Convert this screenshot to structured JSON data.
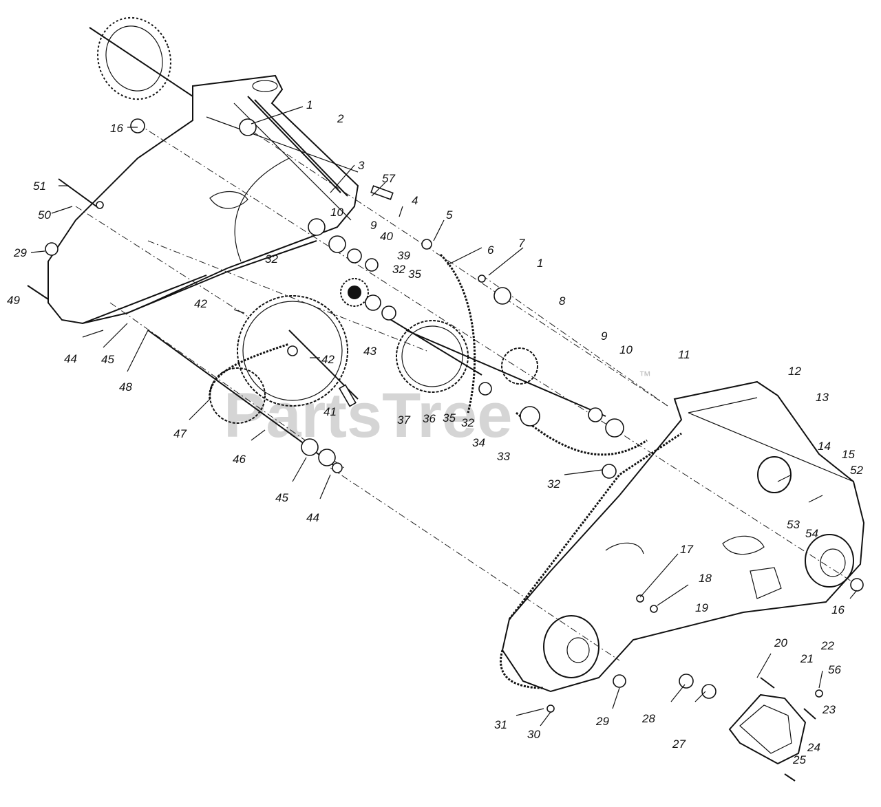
{
  "watermark": {
    "text": "PartsTree",
    "trademark": "™"
  },
  "labels": [
    {
      "id": "1",
      "text": "1"
    },
    {
      "id": "2",
      "text": "2"
    },
    {
      "id": "3",
      "text": "3"
    },
    {
      "id": "57",
      "text": "57"
    },
    {
      "id": "4",
      "text": "4"
    },
    {
      "id": "5",
      "text": "5"
    },
    {
      "id": "6",
      "text": "6"
    },
    {
      "id": "7",
      "text": "7"
    },
    {
      "id": "1b",
      "text": "1"
    },
    {
      "id": "8",
      "text": "8"
    },
    {
      "id": "16",
      "text": "16"
    },
    {
      "id": "51",
      "text": "51"
    },
    {
      "id": "50",
      "text": "50"
    },
    {
      "id": "29",
      "text": "29"
    },
    {
      "id": "49",
      "text": "49"
    },
    {
      "id": "10",
      "text": "10"
    },
    {
      "id": "9",
      "text": "9"
    },
    {
      "id": "40",
      "text": "40"
    },
    {
      "id": "39",
      "text": "39"
    },
    {
      "id": "32a",
      "text": "32"
    },
    {
      "id": "35a",
      "text": "35"
    },
    {
      "id": "32b",
      "text": "32"
    },
    {
      "id": "42a",
      "text": "42"
    },
    {
      "id": "42b",
      "text": "42"
    },
    {
      "id": "43",
      "text": "43"
    },
    {
      "id": "44a",
      "text": "44"
    },
    {
      "id": "45a",
      "text": "45"
    },
    {
      "id": "48",
      "text": "48"
    },
    {
      "id": "47",
      "text": "47"
    },
    {
      "id": "41",
      "text": "41"
    },
    {
      "id": "46",
      "text": "46"
    },
    {
      "id": "45b",
      "text": "45"
    },
    {
      "id": "44b",
      "text": "44"
    },
    {
      "id": "37",
      "text": "37"
    },
    {
      "id": "36",
      "text": "36"
    },
    {
      "id": "35b",
      "text": "35"
    },
    {
      "id": "32c",
      "text": "32"
    },
    {
      "id": "34",
      "text": "34"
    },
    {
      "id": "33",
      "text": "33"
    },
    {
      "id": "32d",
      "text": "32"
    },
    {
      "id": "9b",
      "text": "9"
    },
    {
      "id": "10b",
      "text": "10"
    },
    {
      "id": "11",
      "text": "11"
    },
    {
      "id": "12",
      "text": "12"
    },
    {
      "id": "13",
      "text": "13"
    },
    {
      "id": "14",
      "text": "14"
    },
    {
      "id": "15",
      "text": "15"
    },
    {
      "id": "52",
      "text": "52"
    },
    {
      "id": "53",
      "text": "53"
    },
    {
      "id": "54",
      "text": "54"
    },
    {
      "id": "17",
      "text": "17"
    },
    {
      "id": "18",
      "text": "18"
    },
    {
      "id": "19",
      "text": "19"
    },
    {
      "id": "16b",
      "text": "16"
    },
    {
      "id": "20",
      "text": "20"
    },
    {
      "id": "22",
      "text": "22"
    },
    {
      "id": "21",
      "text": "21"
    },
    {
      "id": "56",
      "text": "56"
    },
    {
      "id": "23",
      "text": "23"
    },
    {
      "id": "28",
      "text": "28"
    },
    {
      "id": "27",
      "text": "27"
    },
    {
      "id": "24",
      "text": "24"
    },
    {
      "id": "25",
      "text": "25"
    },
    {
      "id": "29b",
      "text": "29"
    },
    {
      "id": "31",
      "text": "31"
    },
    {
      "id": "30",
      "text": "30"
    }
  ]
}
